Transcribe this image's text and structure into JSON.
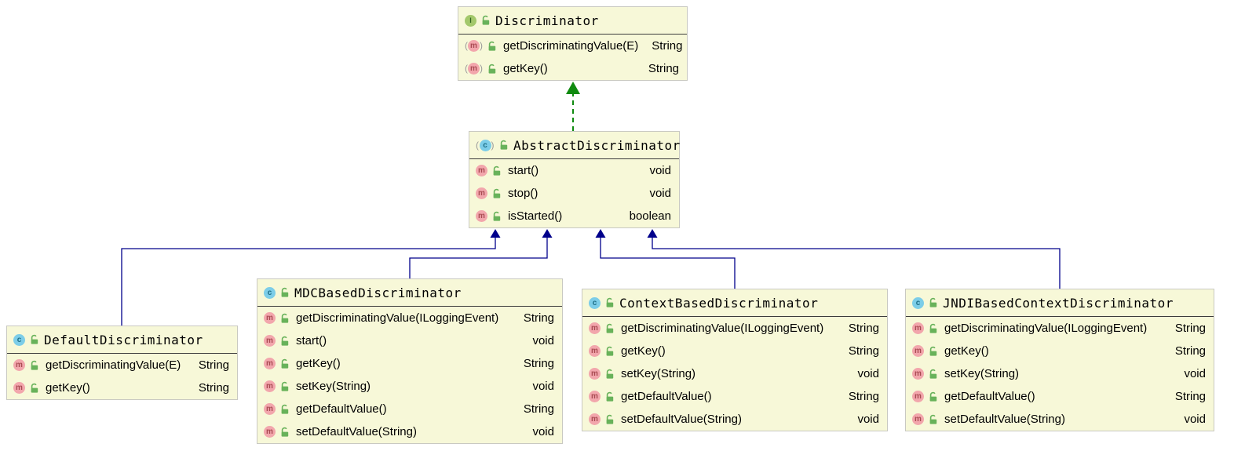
{
  "icons": {
    "interface_letter": "I",
    "class_letter": "c",
    "method_letter": "m",
    "paren_l": "(",
    "paren_r": ")"
  },
  "colors": {
    "node_fill": "#F7F8D8",
    "node_border": "#C9C9C2",
    "title_separator": "#3C3C3C",
    "extends_edge": "#00008B",
    "implements_edge": "#0F8A0F",
    "interface_icon": "#A3C86B",
    "class_icon": "#7CCDE8",
    "method_icon": "#F2A6AC",
    "lock_icon": "#68B25A"
  },
  "classes": [
    {
      "name": "Discriminator",
      "kind": "interface",
      "methods": [
        {
          "name": "getDiscriminatingValue(E)",
          "type": "String"
        },
        {
          "name": "getKey()",
          "type": "String"
        }
      ]
    },
    {
      "name": "AbstractDiscriminator",
      "kind": "abstract class",
      "methods": [
        {
          "name": "start()",
          "type": "void"
        },
        {
          "name": "stop()",
          "type": "void"
        },
        {
          "name": "isStarted()",
          "type": "boolean"
        }
      ]
    },
    {
      "name": "DefaultDiscriminator",
      "kind": "class",
      "methods": [
        {
          "name": "getDiscriminatingValue(E)",
          "type": "String"
        },
        {
          "name": "getKey()",
          "type": "String"
        }
      ]
    },
    {
      "name": "MDCBasedDiscriminator",
      "kind": "class",
      "methods": [
        {
          "name": "getDiscriminatingValue(ILoggingEvent)",
          "type": "String"
        },
        {
          "name": "start()",
          "type": "void"
        },
        {
          "name": "getKey()",
          "type": "String"
        },
        {
          "name": "setKey(String)",
          "type": "void"
        },
        {
          "name": "getDefaultValue()",
          "type": "String"
        },
        {
          "name": "setDefaultValue(String)",
          "type": "void"
        }
      ]
    },
    {
      "name": "ContextBasedDiscriminator",
      "kind": "class",
      "methods": [
        {
          "name": "getDiscriminatingValue(ILoggingEvent)",
          "type": "String"
        },
        {
          "name": "getKey()",
          "type": "String"
        },
        {
          "name": "setKey(String)",
          "type": "void"
        },
        {
          "name": "getDefaultValue()",
          "type": "String"
        },
        {
          "name": "setDefaultValue(String)",
          "type": "void"
        }
      ]
    },
    {
      "name": "JNDIBasedContextDiscriminator",
      "kind": "class",
      "methods": [
        {
          "name": "getDiscriminatingValue(ILoggingEvent)",
          "type": "String"
        },
        {
          "name": "getKey()",
          "type": "String"
        },
        {
          "name": "setKey(String)",
          "type": "void"
        },
        {
          "name": "getDefaultValue()",
          "type": "String"
        },
        {
          "name": "setDefaultValue(String)",
          "type": "void"
        }
      ]
    },
    {
      "name": "",
      "kind": ""
    }
  ],
  "edges": [
    {
      "from": "AbstractDiscriminator",
      "to": "Discriminator",
      "type": "implements"
    },
    {
      "from": "DefaultDiscriminator",
      "to": "AbstractDiscriminator",
      "type": "extends"
    },
    {
      "from": "MDCBasedDiscriminator",
      "to": "AbstractDiscriminator",
      "type": "extends"
    },
    {
      "from": "ContextBasedDiscriminator",
      "to": "AbstractDiscriminator",
      "type": "extends"
    },
    {
      "from": "JNDIBasedContextDiscriminator",
      "to": "AbstractDiscriminator",
      "type": "extends"
    }
  ]
}
